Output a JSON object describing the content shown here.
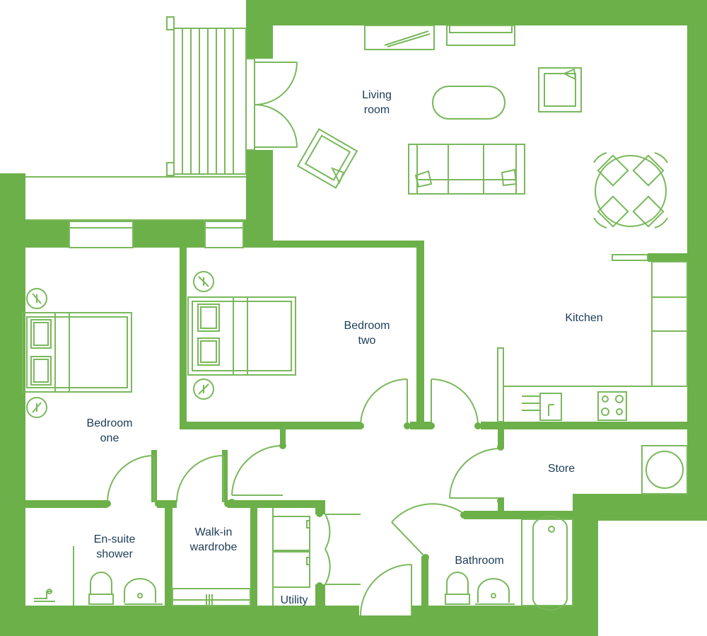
{
  "palette": {
    "wall": "#6cb04a",
    "line": "#7ab85c",
    "label": "#1c3c58",
    "background": "#ffffff"
  },
  "rooms": {
    "living": [
      "Living",
      "room"
    ],
    "kitchen": [
      "Kitchen"
    ],
    "bedroom_two": [
      "Bedroom",
      "two"
    ],
    "bedroom_one": [
      "Bedroom",
      "one"
    ],
    "store": [
      "Store"
    ],
    "ensuite": [
      "En-suite",
      "shower"
    ],
    "wardrobe": [
      "Walk-in",
      "wardrobe"
    ],
    "utility": [
      "Utility"
    ],
    "bathroom": [
      "Bathroom"
    ]
  },
  "fixtures": [
    "balcony-decking",
    "french-doors",
    "sofa",
    "armchair",
    "armchair",
    "coffee-table",
    "tv-unit",
    "rug",
    "dining-table",
    "dining-chair",
    "kitchen-worktop",
    "hob",
    "kitchen-sink",
    "double-bed",
    "double-bed",
    "bedside-lamp",
    "wc",
    "basin",
    "bath",
    "washing-machine",
    "tumble-dryer",
    "boiler"
  ]
}
